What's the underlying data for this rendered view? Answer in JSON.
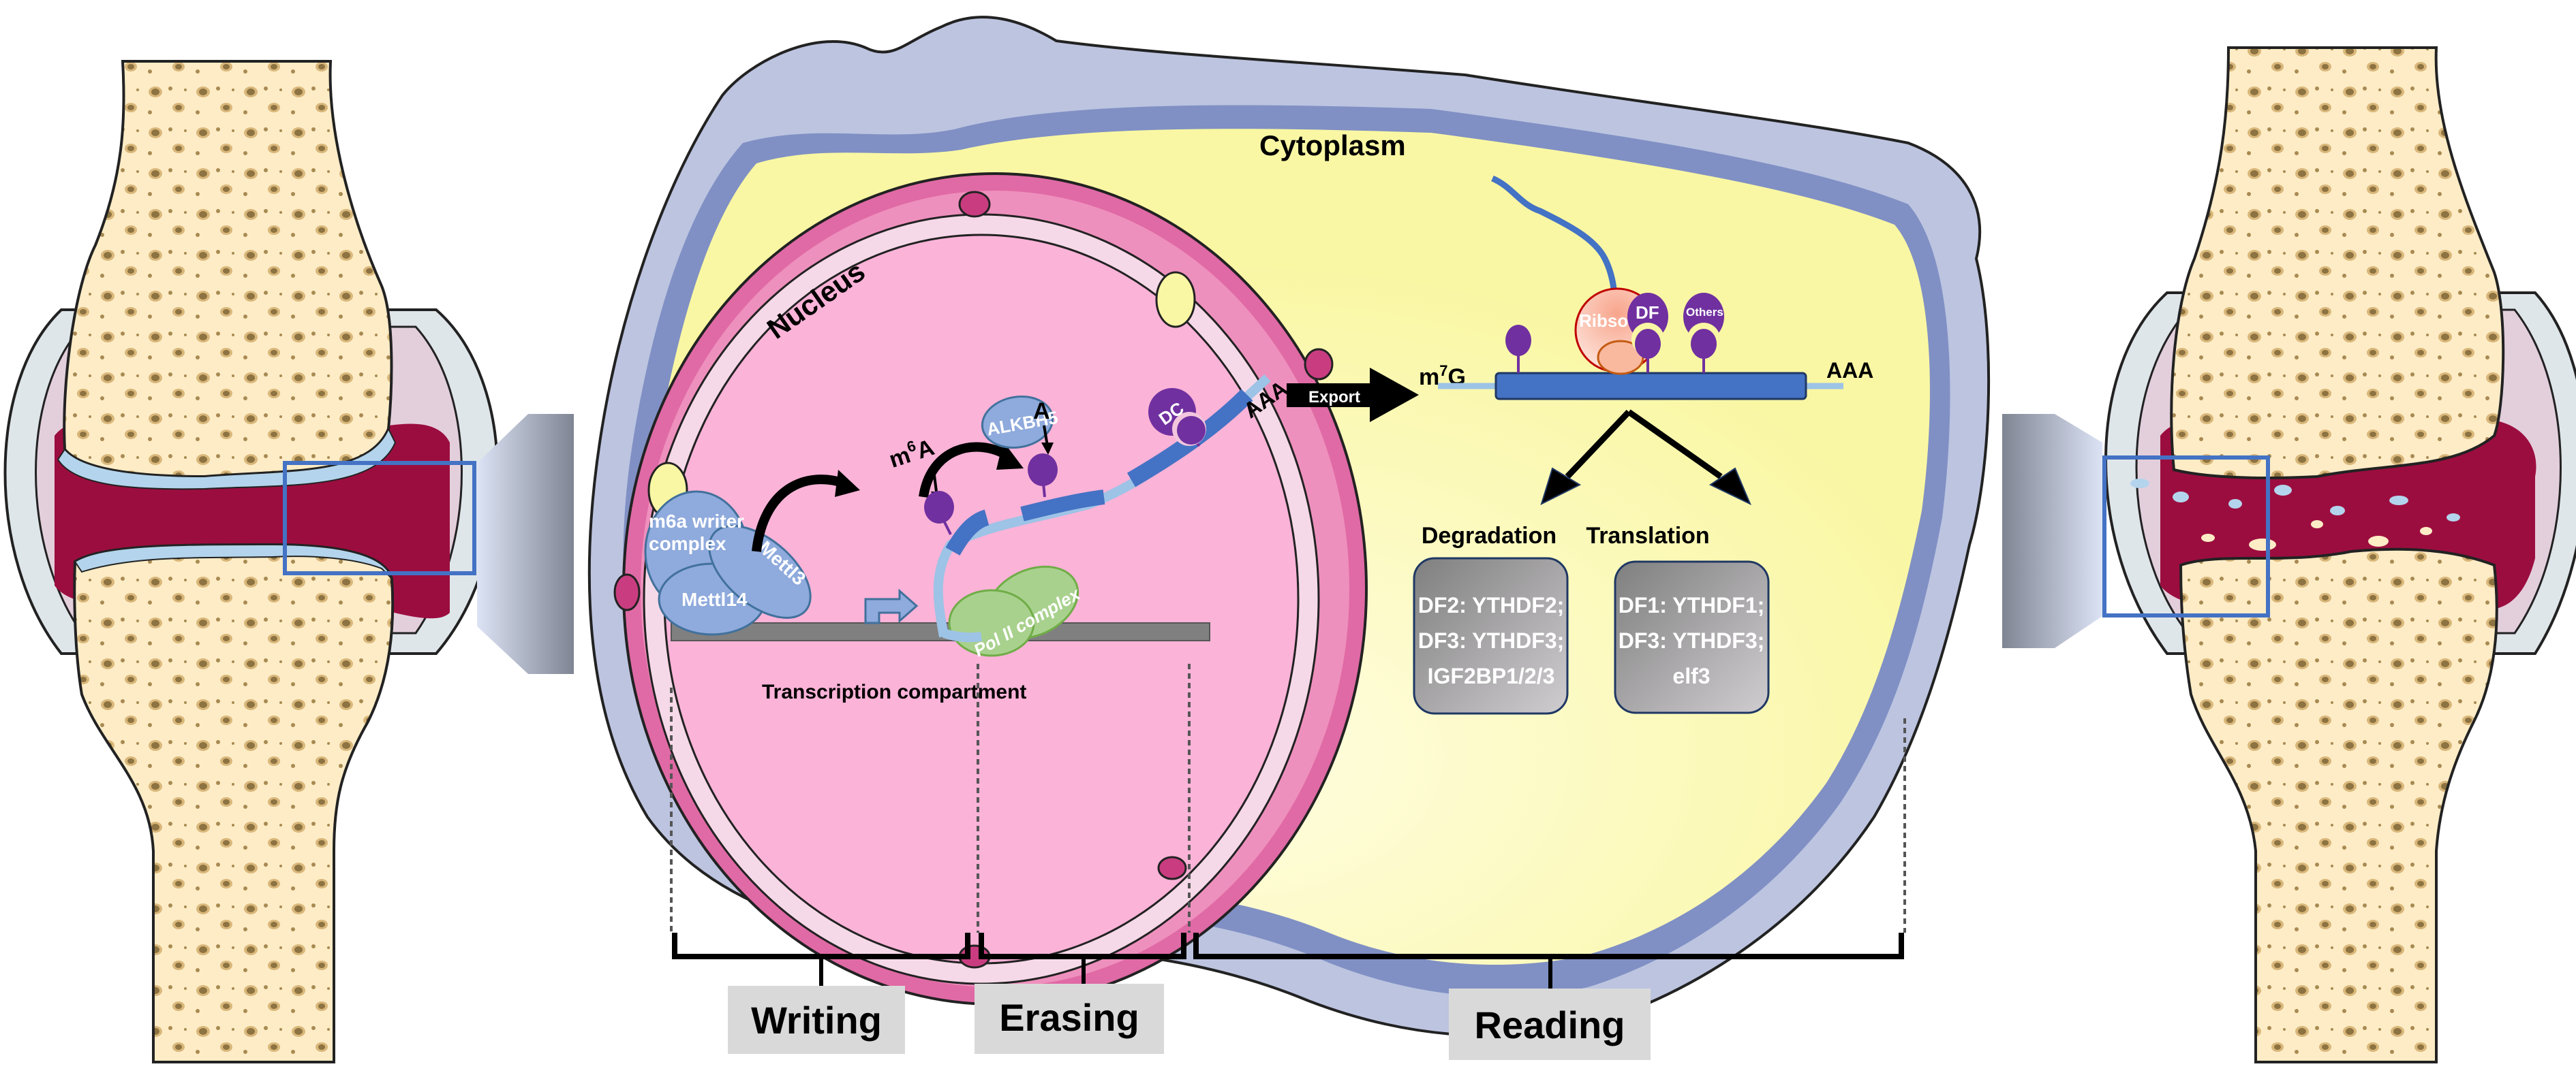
{
  "title": "m6A RNA modification: writing, erasing and reading in osteoarthritis joint",
  "joints": {
    "left": {
      "label": "healthy-joint"
    },
    "right": {
      "label": "osteoarthritic-joint"
    }
  },
  "cell": {
    "cytoplasm_label": "Cytoplasm",
    "nucleus_label": "Nucleus",
    "transcription_label": "Transcription compartment"
  },
  "writer": {
    "complex_line1": "m6a writer",
    "complex_line2": "complex",
    "mettl3": "Mettl3",
    "mettl14": "Mettl14"
  },
  "eraser": {
    "alkbh5": "ALKBH5",
    "m6a_base": "m",
    "m6a_sup": "6",
    "m6a_tail": "A",
    "a_label": "A"
  },
  "polymerase": {
    "label": "Pol II complex"
  },
  "nuclear_reader": {
    "dc": "DC",
    "aaa": "AAA"
  },
  "export": {
    "label": "Export"
  },
  "mrna": {
    "cap_base": "m",
    "cap_sup": "7",
    "cap_tail": "G",
    "tail": "AAA",
    "ribosome": "Ribsome",
    "df": "DF",
    "others": "Others"
  },
  "fates": [
    {
      "title": "Degradation",
      "lines": [
        "DF2: YTHDF2;",
        "DF3: YTHDF3;",
        "IGF2BP1/2/3"
      ]
    },
    {
      "title": "Translation",
      "lines": [
        "DF1: YTHDF1;",
        "DF3: YTHDF3;",
        "elf3"
      ]
    }
  ],
  "stages": [
    {
      "label": "Writing"
    },
    {
      "label": "Erasing"
    },
    {
      "label": "Reading"
    }
  ],
  "colors": {
    "nucleus": "#fbb3d8",
    "nuclear_envelope": "#ee90bd",
    "cytoplasm": "#f9f7a3",
    "membrane": "#8090c4",
    "membrane_light": "#bcc4e0",
    "protein_blue": "#8faadc",
    "rna_dark": "#4472c4",
    "rna_light": "#9dc3e6",
    "m6a_purple": "#7030a0",
    "pol2_green": "#a9d18e",
    "bone": "#fdecc6",
    "synovium": "#9c0d3f",
    "fate_box": "#9d9d9d",
    "stage_box": "#d9d9d9"
  }
}
